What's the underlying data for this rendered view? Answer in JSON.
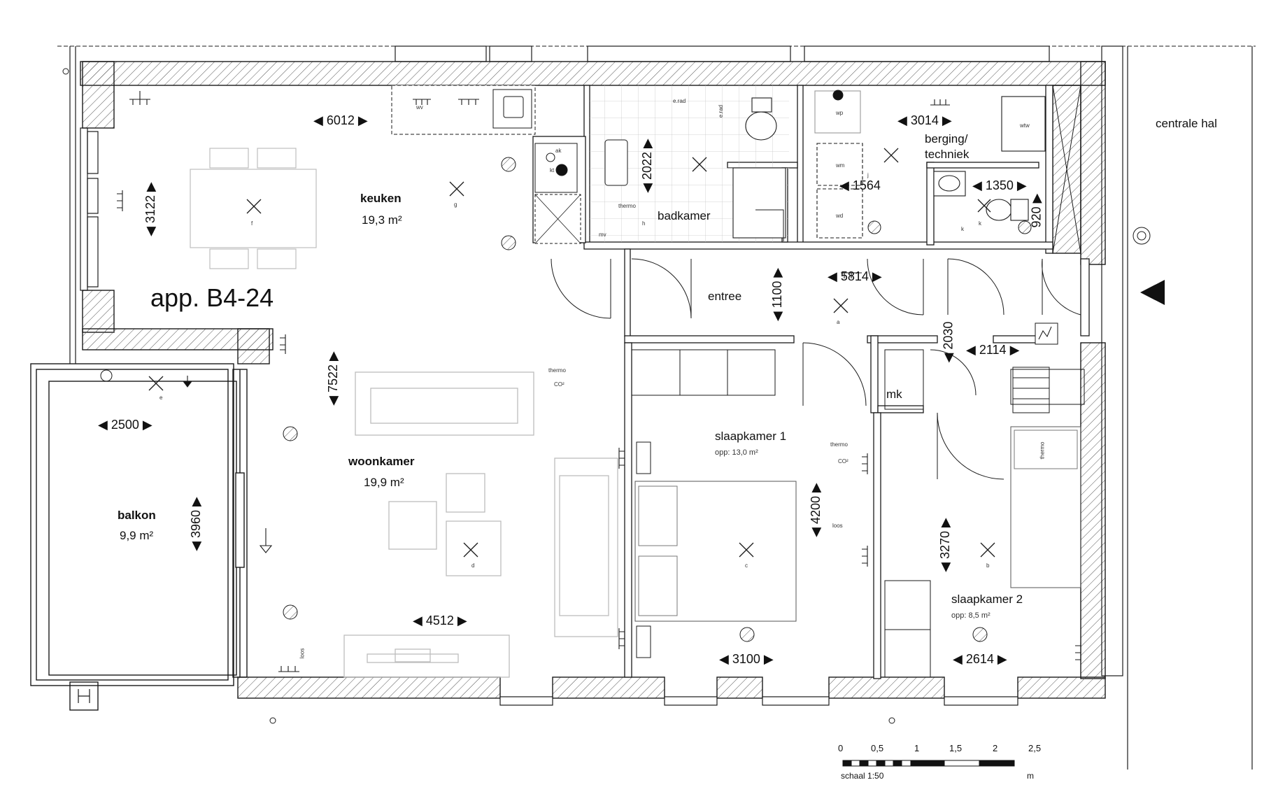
{
  "apartment": {
    "label": "app. B4-24"
  },
  "rooms": {
    "keuken": {
      "name": "keuken",
      "area": "19,3 m²"
    },
    "woonkamer": {
      "name": "woonkamer",
      "area": "19,9 m²"
    },
    "balkon": {
      "name": "balkon",
      "area": "9,9 m²"
    },
    "badkamer": {
      "name": "badkamer"
    },
    "berging": {
      "name": "berging/",
      "name2": "techniek"
    },
    "entree": {
      "name": "entree"
    },
    "slaapkamer1": {
      "name": "slaapkamer 1",
      "area": "opp: 13,0 m²"
    },
    "slaapkamer2": {
      "name": "slaapkamer 2",
      "area": "opp: 8,5 m²"
    },
    "mk": {
      "name": "mk"
    },
    "centrale_hal": {
      "name": "centrale hal"
    }
  },
  "dimensions": {
    "keuken_width": "6012",
    "keuken_depth": "3122",
    "badkamer_depth": "2022",
    "berging_width": "3014",
    "wm_width": "1564",
    "toilet_width": "1350",
    "toilet_depth": "920",
    "entree_width": "5814",
    "entree_depth": "1100",
    "hall_depth": "2030",
    "hall_width": "2114",
    "woonkamer_depth": "7522",
    "balkon_width": "2500",
    "balkon_depth": "3960",
    "woonkamer_width": "4512",
    "slaapkamer1_depth": "4200",
    "slaapkamer1_width": "3100",
    "slaapkamer2_depth": "3270",
    "slaapkamer2_width": "2614"
  },
  "annotations": {
    "thermo": "thermo",
    "co2": "CO²",
    "loos": "loos",
    "wv": "wv",
    "wp": "wp",
    "wm": "wm",
    "wd": "wd",
    "wtw": "wtw",
    "erad1": "e.rad",
    "erad2": "e.rad",
    "mv": "mv",
    "h": "h",
    "ak": "ak",
    "kt": "kt",
    "k": "k",
    "j": "j",
    "g": "g",
    "f": "f",
    "e": "e",
    "a": "a",
    "d": "d",
    "c": "c",
    "b": "b"
  },
  "scale_bar": {
    "ticks": [
      "0",
      "0,5",
      "1",
      "1,5",
      "2",
      "2,5"
    ],
    "caption": "schaal 1:50",
    "unit": "m"
  },
  "colors": {
    "line": "#1a1a1a",
    "hatch": "#444444",
    "furniture": "#bdbdbd"
  }
}
